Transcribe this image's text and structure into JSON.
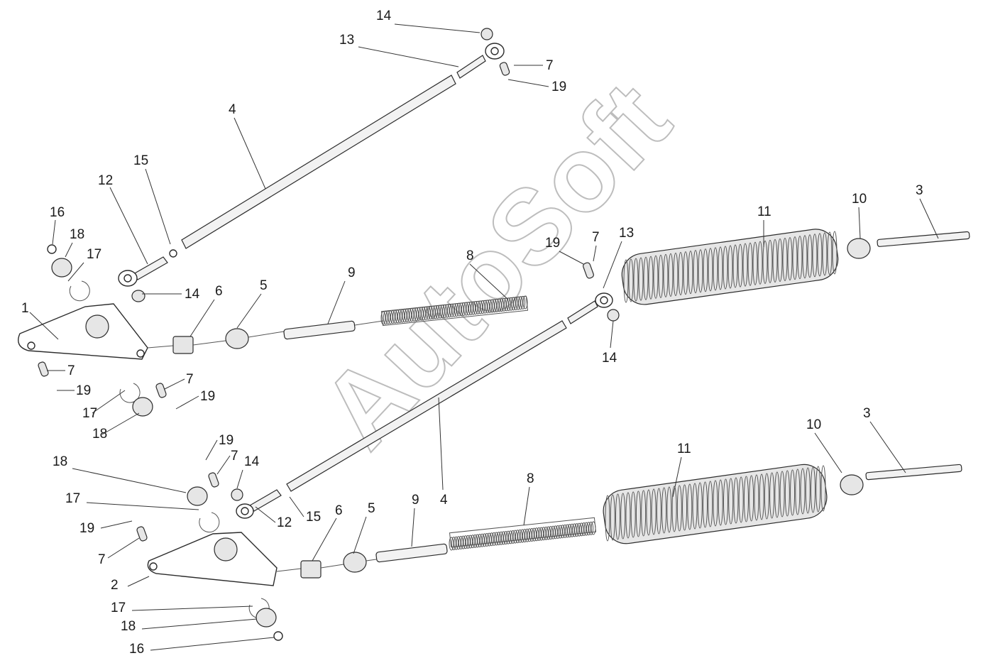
{
  "watermark": "AutoSoft",
  "callouts": [
    {
      "id": "c1",
      "text": "14"
    },
    {
      "id": "c2",
      "text": "13"
    },
    {
      "id": "c3",
      "text": "7"
    },
    {
      "id": "c4",
      "text": "19"
    },
    {
      "id": "c5",
      "text": "4"
    },
    {
      "id": "c6",
      "text": "15"
    },
    {
      "id": "c7",
      "text": "12"
    },
    {
      "id": "c8",
      "text": "16"
    },
    {
      "id": "c9",
      "text": "18"
    },
    {
      "id": "c10",
      "text": "17"
    },
    {
      "id": "c11",
      "text": "1"
    },
    {
      "id": "c12",
      "text": "14"
    },
    {
      "id": "c13",
      "text": "6"
    },
    {
      "id": "c14",
      "text": "5"
    },
    {
      "id": "c15",
      "text": "9"
    },
    {
      "id": "c16",
      "text": "8"
    },
    {
      "id": "c17",
      "text": "19"
    },
    {
      "id": "c18",
      "text": "7"
    },
    {
      "id": "c19",
      "text": "13"
    },
    {
      "id": "c20",
      "text": "11"
    },
    {
      "id": "c21",
      "text": "10"
    },
    {
      "id": "c22",
      "text": "3"
    },
    {
      "id": "c23",
      "text": "14"
    },
    {
      "id": "c24",
      "text": "7"
    },
    {
      "id": "c25",
      "text": "19"
    },
    {
      "id": "c26",
      "text": "7"
    },
    {
      "id": "c27",
      "text": "19"
    },
    {
      "id": "c28",
      "text": "17"
    },
    {
      "id": "c29",
      "text": "18"
    },
    {
      "id": "c30",
      "text": "4"
    },
    {
      "id": "c31",
      "text": "19"
    },
    {
      "id": "c32",
      "text": "7"
    },
    {
      "id": "c33",
      "text": "14"
    },
    {
      "id": "c34",
      "text": "18"
    },
    {
      "id": "c35",
      "text": "17"
    },
    {
      "id": "c36",
      "text": "12"
    },
    {
      "id": "c37",
      "text": "15"
    },
    {
      "id": "c38",
      "text": "6"
    },
    {
      "id": "c39",
      "text": "5"
    },
    {
      "id": "c40",
      "text": "9"
    },
    {
      "id": "c41",
      "text": "8"
    },
    {
      "id": "c42",
      "text": "11"
    },
    {
      "id": "c43",
      "text": "10"
    },
    {
      "id": "c44",
      "text": "3"
    },
    {
      "id": "c45",
      "text": "19"
    },
    {
      "id": "c46",
      "text": "7"
    },
    {
      "id": "c47",
      "text": "2"
    },
    {
      "id": "c48",
      "text": "17"
    },
    {
      "id": "c49",
      "text": "18"
    },
    {
      "id": "c50",
      "text": "16"
    }
  ]
}
